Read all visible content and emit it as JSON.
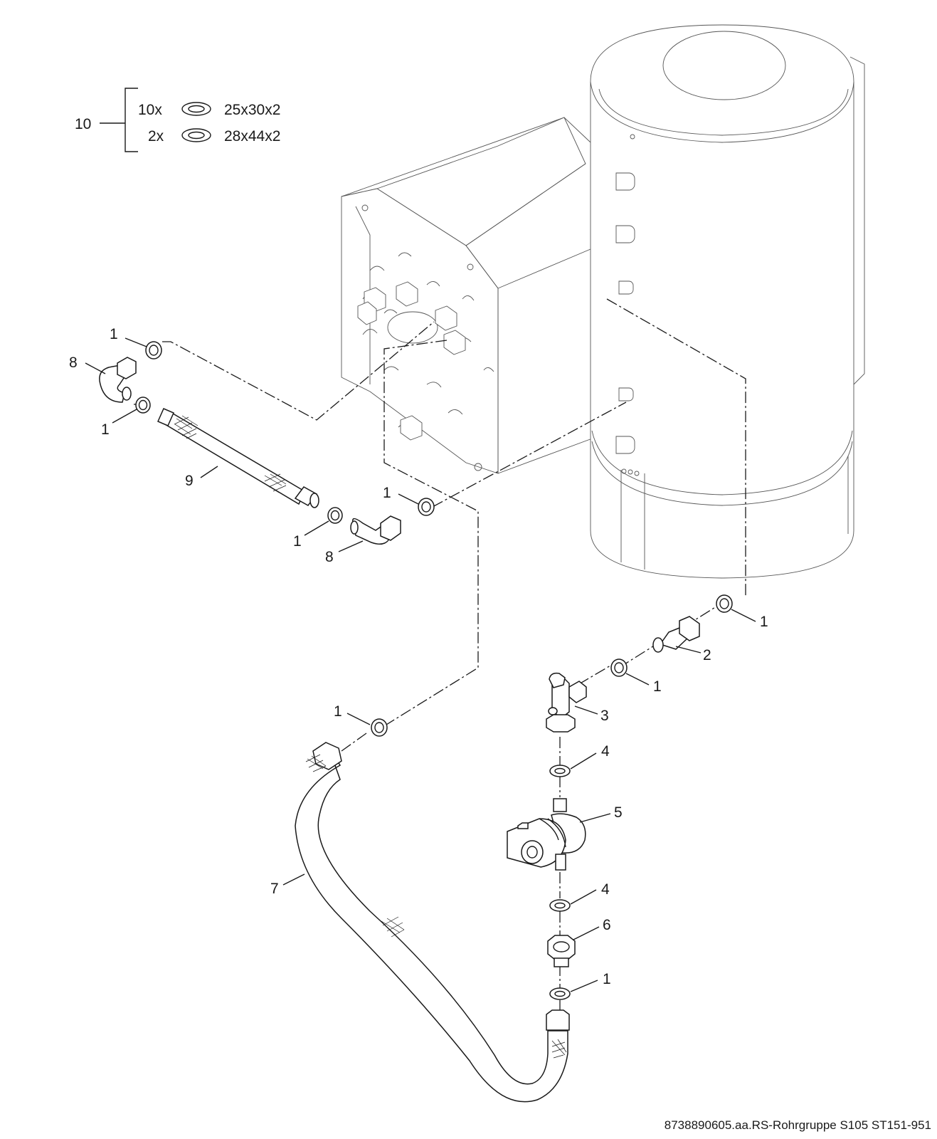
{
  "legend": {
    "ref": "10",
    "rows": [
      {
        "qty": "10x",
        "size": "25x30x2"
      },
      {
        "qty": "2x",
        "size": "28x44x2"
      }
    ]
  },
  "callouts": {
    "seal_1_top": "1",
    "seal_1_left": "1",
    "seal_1_mid_left": "1",
    "seal_1_mid_right": "1",
    "seal_1_tank": "1",
    "seal_1_valve": "1",
    "seal_1_hose": "1",
    "seal_1_bottom": "1",
    "nipple_2": "2",
    "valve_3": "3",
    "gasket_4_top": "4",
    "gasket_4_bottom": "4",
    "pump_5": "5",
    "union_6": "6",
    "hose_7": "7",
    "elbow_8_top": "8",
    "elbow_8_bottom": "8",
    "hose_9": "9"
  },
  "footer": "8738890605.aa.RS-Rohrgruppe S105 ST151-951"
}
